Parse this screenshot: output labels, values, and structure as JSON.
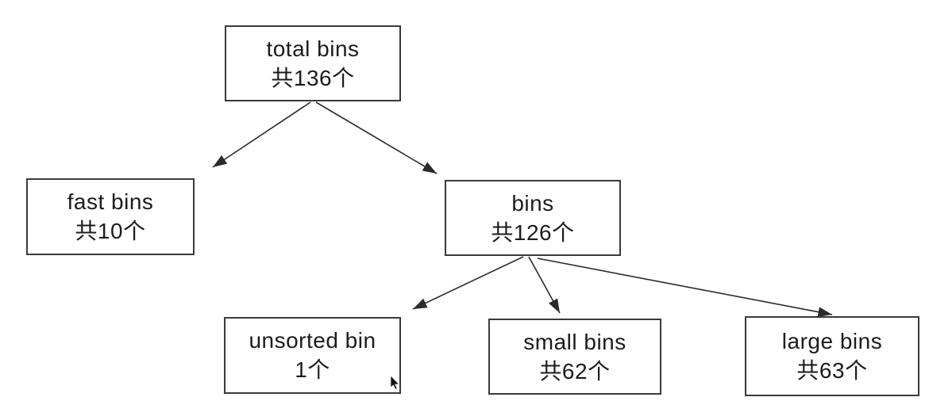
{
  "diagram": {
    "type": "tree",
    "topic": "heap bins hierarchy",
    "nodes": {
      "total": {
        "label": "total bins",
        "count": "共136个"
      },
      "fast": {
        "label": "fast bins",
        "count": "共10个"
      },
      "bins": {
        "label": "bins",
        "count": "共126个"
      },
      "unsorted": {
        "label": "unsorted bin",
        "count": "1个"
      },
      "small": {
        "label": "small bins",
        "count": "共62个"
      },
      "large": {
        "label": "large bins",
        "count": "共63个"
      }
    },
    "edges": [
      {
        "from": "total",
        "to": "fast"
      },
      {
        "from": "total",
        "to": "bins"
      },
      {
        "from": "bins",
        "to": "unsorted"
      },
      {
        "from": "bins",
        "to": "small"
      },
      {
        "from": "bins",
        "to": "large"
      }
    ],
    "colors": {
      "background": "#ffffff",
      "box_border": "#3a3a3a",
      "connector": "#2b2b2b",
      "text": "#1c1c1c"
    }
  },
  "cursor": {
    "type": "arrow-pointer"
  }
}
